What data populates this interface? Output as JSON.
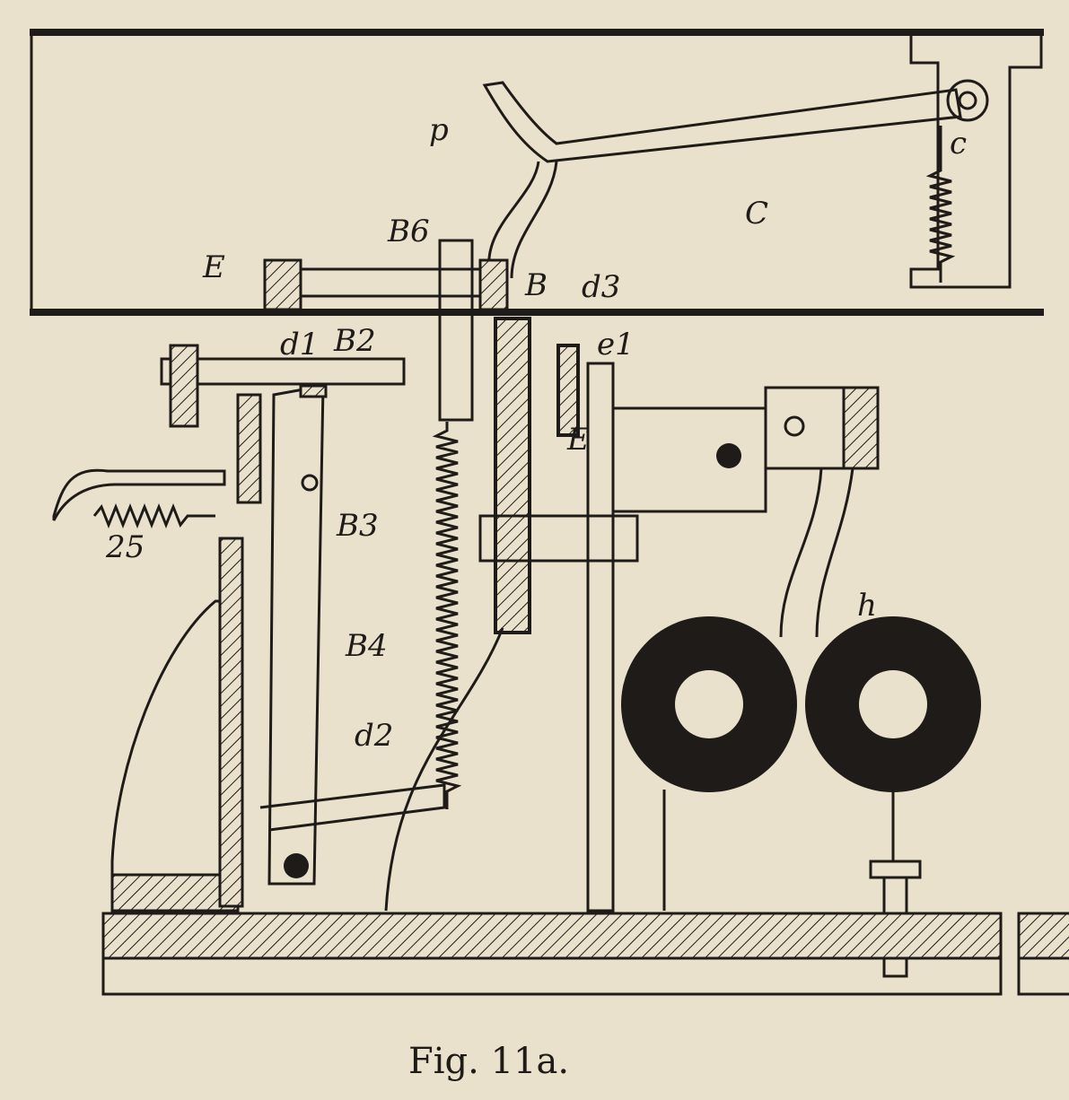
{
  "caption": "Fig. 11a.",
  "labels": {
    "p": "p",
    "C": "C",
    "c": "c",
    "B6": "B6",
    "E": "E",
    "B": "B",
    "d3": "d3",
    "d1": "d1",
    "B2": "B2",
    "e1": "e1",
    "E2": "E",
    "B3": "B3",
    "n25": "25",
    "B4": "B4",
    "d2": "d2",
    "h": "h"
  },
  "colors": {
    "paper": "#e9e1cb",
    "ink": "#1e1b18"
  }
}
